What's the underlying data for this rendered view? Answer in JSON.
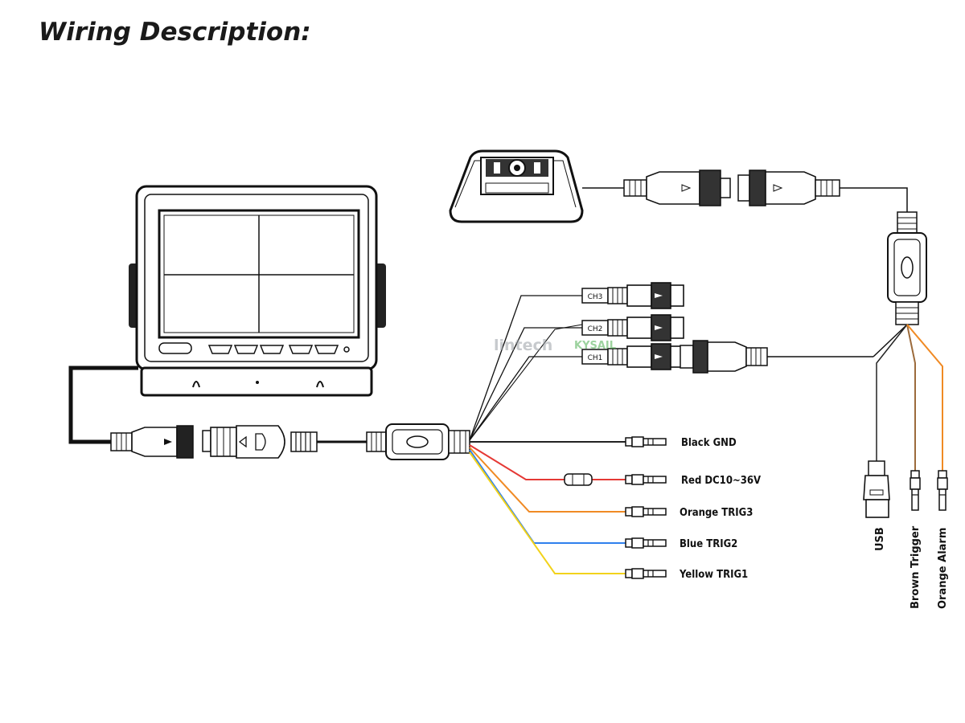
{
  "title": "Wiring Description:",
  "channels": {
    "ch3": "CH3",
    "ch2": "CH2",
    "ch1": "CH1"
  },
  "wires": {
    "black": {
      "label": "Black GND",
      "color": "#222222"
    },
    "red": {
      "label": "Red DC10~36V",
      "color": "#e53935"
    },
    "orange": {
      "label": "Orange TRIG3",
      "color": "#f08a24"
    },
    "blue": {
      "label": "Blue TRIG2",
      "color": "#2f80ed"
    },
    "yellow": {
      "label": "Yellow TRIG1",
      "color": "#f2d21b"
    }
  },
  "camera_wires": {
    "usb": {
      "label": "USB",
      "color": "#222222"
    },
    "brown": {
      "label": "Brown Trigger",
      "color": "#9c6b3c"
    },
    "orange": {
      "label": "Orange  Alarm",
      "color": "#f08a24"
    }
  },
  "watermark": {
    "brand": "lintech",
    "sub": "KYSAIL"
  }
}
